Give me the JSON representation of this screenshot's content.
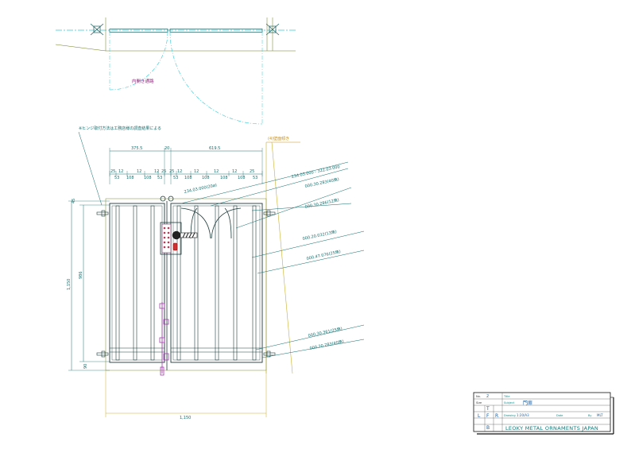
{
  "notes": {
    "opening_direction": "内開き通路",
    "hinge_note": "※ヒンジ取付方法は工務店様の調査結果による",
    "wall_note": "(4)壁面傾き"
  },
  "dimensions": {
    "left_leaf": "375.5",
    "center_gap": "20",
    "right_leaf": "619.5",
    "bottom_width": "1,150",
    "overall_height": "1,150",
    "inner_height": "986",
    "top_small": "45",
    "bottom_small": "90",
    "sub_row_top": [
      "25",
      "12",
      "12",
      "12",
      "25",
      "25",
      "12",
      "12",
      "12",
      "12",
      "25"
    ],
    "sub_row_bottom": [
      "53",
      "108",
      "108",
      "53",
      "53",
      "108",
      "108",
      "108",
      "108",
      "53"
    ]
  },
  "callouts": [
    "234.03.000 - 322.03.000",
    "234.03.000(20ø)",
    "000.30.283(40角)",
    "000.30.286(12角)",
    "000.20.032(13角)",
    "000.47.076(25角)",
    "000.30.361(25角)",
    "000.20.283(40角)"
  ],
  "title_block": {
    "no_label": "No.",
    "no_value": "2",
    "size_label": "Size",
    "size_value": "T",
    "title_label": "Title",
    "subject_label": "Subject",
    "subject_value": "門扉",
    "drawing_label": "Drawing",
    "drawing_value": "1:20/A3",
    "date_label": "Date",
    "by_label": "By",
    "by_value": "MLT",
    "letters": [
      "L",
      "F",
      "R",
      "B"
    ],
    "company": "LEOKY METAL ORNAMENTS JAPAN"
  }
}
